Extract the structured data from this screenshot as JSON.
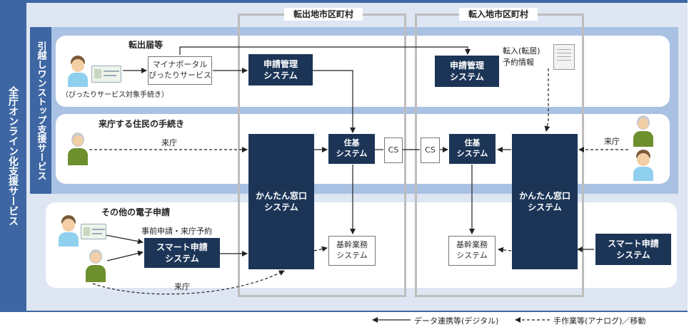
{
  "labels": {
    "outer_service": "全庁オンライン化支援サービス",
    "inner_service": "引越しワンストップ支援サービス",
    "col_out": "転出地市区町村",
    "col_in": "転入地市区町村",
    "lane1_title": "転出届等",
    "lane2_title": "来庁する住民の手続き",
    "lane3_title": "その他の電子申請",
    "portal": "マイナポータル\nぴったりサービス",
    "portal_note": "（ぴったりサービス対象手続き）",
    "app_mgmt_out": "申請管理\nシステム",
    "app_mgmt_in": "申請管理\nシステム",
    "kantan_out": "かんたん窓口\nシステム",
    "kantan_in": "かんたん窓口\nシステム",
    "juki_out": "住基\nシステム",
    "juki_in": "住基\nシステム",
    "cs_out": "CS",
    "cs_in": "CS",
    "kikan_out": "基幹業務\nシステム",
    "kikan_in": "基幹業務\nシステム",
    "smart_out": "スマート申請\nシステム",
    "smart_in": "スマート申請\nシステム",
    "tennyu_info": "転入(転居)\n予約情報",
    "raichou_left": "来庁",
    "raichou_right": "来庁",
    "raichou_bottom": "来庁",
    "jizen": "事前申請・来庁予約",
    "legend_digital": "データ連携等(デジタル)",
    "legend_analog": "手作業等(アナログ)／移動"
  },
  "icons": {
    "resident_young": "resident-icon",
    "resident_senior": "senior-resident-icon",
    "my_number_card": "id-card-icon",
    "document": "document-icon"
  },
  "colors": {
    "outer_band": "#3d66a3",
    "inner_band": "#a9c1e2",
    "navy_box": "#1c3557",
    "column_frame": "#bdbdbd"
  }
}
